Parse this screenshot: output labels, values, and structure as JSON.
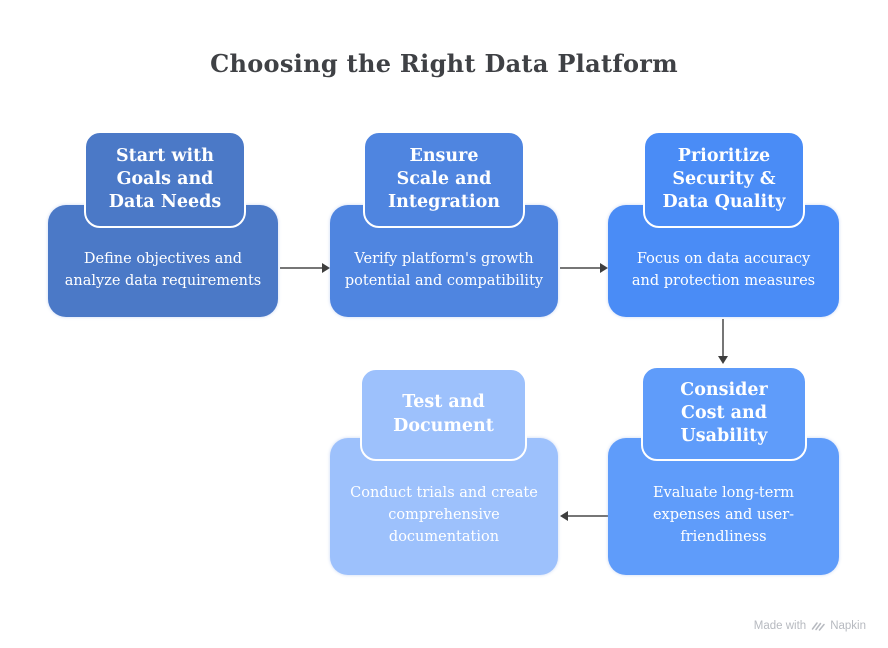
{
  "title": "Choosing the Right Data Platform",
  "colors": {
    "title": "#3f4145",
    "arrow_line": "#767676",
    "arrow_head": "#3e3e3e",
    "footer_text": "#b7bac0",
    "card_colors": [
      "#4b79c7",
      "#4f85e0",
      "#4a8cf6",
      "#5f9cfa",
      "#9dc1fc"
    ]
  },
  "cards": [
    {
      "title": "Start with Goals and Data Needs",
      "title_lines": [
        "Start with",
        "Goals and",
        "Data Needs"
      ],
      "description": "Define objectives and analyze data requirements",
      "description_lines": [
        "Define objectives and",
        "analyze data requirements"
      ],
      "color": "#4b79c7"
    },
    {
      "title": "Ensure Scale and Integration",
      "title_lines": [
        "Ensure",
        "Scale and",
        "Integration"
      ],
      "description": "Verify platform's growth potential and compatibility",
      "description_lines": [
        "Verify platform's growth",
        "potential and compatibility"
      ],
      "color": "#4f85e0"
    },
    {
      "title": "Prioritize Security & Data Quality",
      "title_lines": [
        "Prioritize",
        "Security &",
        "Data Quality"
      ],
      "description": "Focus on data accuracy and protection measures",
      "description_lines": [
        "Focus on data accuracy",
        "and protection measures"
      ],
      "color": "#4a8cf6"
    },
    {
      "title": "Consider Cost and Usability",
      "title_lines": [
        "Consider",
        "Cost and",
        "Usability"
      ],
      "description": "Evaluate long-term expenses and user-friendliness",
      "description_lines": [
        "Evaluate long-term",
        "expenses and user-",
        "friendliness"
      ],
      "color": "#5f9cfa"
    },
    {
      "title": "Test and Document",
      "title_lines": [
        "Test and",
        "Document"
      ],
      "description": "Conduct trials and create comprehensive documentation",
      "description_lines": [
        "Conduct trials and create",
        "comprehensive",
        "documentation"
      ],
      "color": "#9dc1fc"
    }
  ],
  "arrows": [
    {
      "from": "start-with-goals",
      "to": "ensure-scale",
      "direction": "right"
    },
    {
      "from": "ensure-scale",
      "to": "prioritize-security",
      "direction": "right"
    },
    {
      "from": "prioritize-security",
      "to": "consider-cost",
      "direction": "down"
    },
    {
      "from": "consider-cost",
      "to": "test-and-document",
      "direction": "left"
    }
  ],
  "footer": {
    "made_with": "Made with",
    "brand": "Napkin"
  }
}
